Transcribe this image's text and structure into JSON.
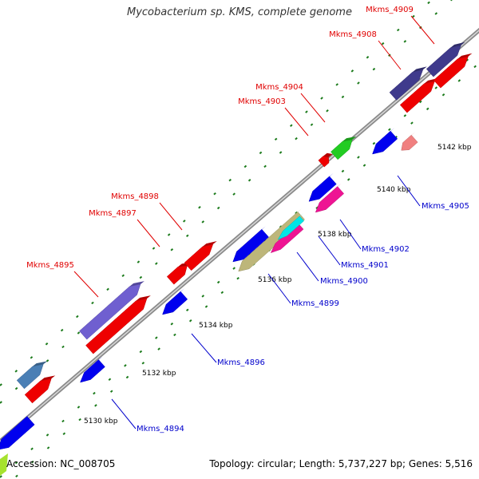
{
  "title": "Mycobacterium sp. KMS, complete genome",
  "accession": "Accession: NC_008705",
  "summary": "Topology: circular; Length: 5,737,227 bp; Genes: 5,516",
  "colors": {
    "backbone": "#9a9a9a",
    "tick_mark": "#1a7a1a",
    "forward_label": "#e00000",
    "reverse_label": "#0000cc",
    "leader": "#0000cc",
    "forward_leader": "#e00000"
  },
  "ticks": [
    {
      "label": "5130 kbp"
    },
    {
      "label": "5132 kbp"
    },
    {
      "label": "5134 kbp"
    },
    {
      "label": "5136 kbp"
    },
    {
      "label": "5138 kbp"
    },
    {
      "label": "5140 kbp"
    },
    {
      "label": "5142 kbp"
    }
  ],
  "features": [
    {
      "name": "unlabeled-reverse-1",
      "strand": "reverse",
      "color": "#0000ee"
    },
    {
      "name": "unlabeled-forward-1",
      "strand": "forward",
      "color": "#4a7fb5"
    },
    {
      "name": "unlabeled-forward-2",
      "strand": "forward",
      "color": "#ee0000"
    },
    {
      "name": "Mkms_4894",
      "strand": "reverse",
      "color": "#0000ee"
    },
    {
      "name": "Mkms_4895",
      "strand": "forward",
      "color": "#6f5fd0"
    },
    {
      "name": "Mkms_4895-red",
      "strand": "forward",
      "color": "#ee0000"
    },
    {
      "name": "Mkms_4896",
      "strand": "reverse",
      "color": "#0000ee"
    },
    {
      "name": "Mkms_4897",
      "strand": "forward",
      "color": "#ee0000"
    },
    {
      "name": "Mkms_4898",
      "strand": "forward",
      "color": "#ee0000"
    },
    {
      "name": "Mkms_4899",
      "strand": "reverse",
      "color": "#bdb67a"
    },
    {
      "name": "Mkms_4899-blue",
      "strand": "reverse",
      "color": "#0000ee"
    },
    {
      "name": "Mkms_4900",
      "strand": "reverse",
      "color": "#ee1493"
    },
    {
      "name": "Mkms_4901",
      "strand": "reverse",
      "color": "#00e6e6"
    },
    {
      "name": "Mkms_4902",
      "strand": "reverse",
      "color": "#ee1493"
    },
    {
      "name": "Mkms_4902-blue",
      "strand": "reverse",
      "color": "#0000ee"
    },
    {
      "name": "Mkms_4903",
      "strand": "forward",
      "color": "#ee0000"
    },
    {
      "name": "Mkms_4904",
      "strand": "forward",
      "color": "#22cc22"
    },
    {
      "name": "Mkms_4905",
      "strand": "reverse",
      "color": "#0000ee"
    },
    {
      "name": "Mkms_4905-pink",
      "strand": "reverse",
      "color": "#f08080"
    },
    {
      "name": "Mkms_4908",
      "strand": "forward",
      "color": "#3f3a8c"
    },
    {
      "name": "Mkms_4908-red",
      "strand": "forward",
      "color": "#ee0000"
    },
    {
      "name": "Mkms_4909",
      "strand": "forward",
      "color": "#3f3a8c"
    },
    {
      "name": "Mkms_4909-red",
      "strand": "forward",
      "color": "#ee0000"
    }
  ],
  "labels": [
    {
      "text": "Mkms_4909",
      "strand": "forward"
    },
    {
      "text": "Mkms_4908",
      "strand": "forward"
    },
    {
      "text": "Mkms_4904",
      "strand": "forward"
    },
    {
      "text": "Mkms_4903",
      "strand": "forward"
    },
    {
      "text": "Mkms_4898",
      "strand": "forward"
    },
    {
      "text": "Mkms_4897",
      "strand": "forward"
    },
    {
      "text": "Mkms_4895",
      "strand": "forward"
    },
    {
      "text": "Mkms_4905",
      "strand": "reverse"
    },
    {
      "text": "Mkms_4902",
      "strand": "reverse"
    },
    {
      "text": "Mkms_4901",
      "strand": "reverse"
    },
    {
      "text": "Mkms_4900",
      "strand": "reverse"
    },
    {
      "text": "Mkms_4899",
      "strand": "reverse"
    },
    {
      "text": "Mkms_4896",
      "strand": "reverse"
    },
    {
      "text": "Mkms_4894",
      "strand": "reverse"
    }
  ]
}
